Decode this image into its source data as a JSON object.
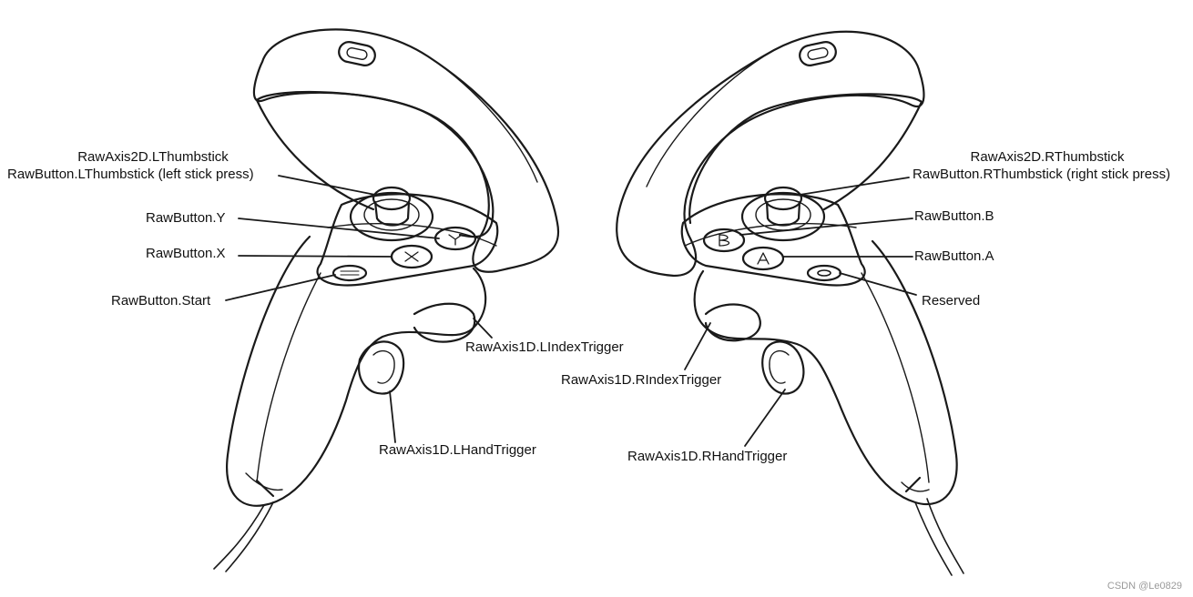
{
  "labels": {
    "l_thumbstick_axis": "RawAxis2D.LThumbstick",
    "l_thumbstick_button": "RawButton.LThumbstick (left stick press)",
    "button_y": "RawButton.Y",
    "button_x": "RawButton.X",
    "button_start": "RawButton.Start",
    "l_index_trigger": "RawAxis1D.LIndexTrigger",
    "l_hand_trigger": "RawAxis1D.LHandTrigger",
    "r_thumbstick_axis": "RawAxis2D.RThumbstick",
    "r_thumbstick_button": "RawButton.RThumbstick (right stick press)",
    "button_b": "RawButton.B",
    "button_a": "RawButton.A",
    "reserved": "Reserved",
    "r_index_trigger": "RawAxis1D.RIndexTrigger",
    "r_hand_trigger": "RawAxis1D.RHandTrigger"
  },
  "watermark": "CSDN @Le0829",
  "colors": {
    "line": "#1a1a1a",
    "background": "#ffffff",
    "text": "#111111"
  }
}
